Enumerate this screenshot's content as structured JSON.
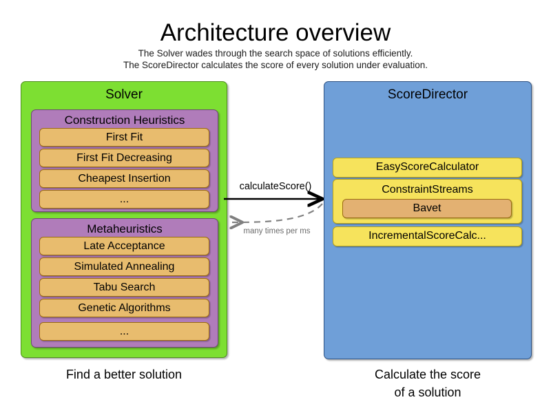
{
  "header": {
    "title": "Architecture overview",
    "subtitle_line1": "The Solver wades through the search space of solutions efficiently.",
    "subtitle_line2": "The ScoreDirector calculates the score of every solution under evaluation."
  },
  "solver": {
    "title": "Solver",
    "caption": "Find a better solution",
    "groups": [
      {
        "title": "Construction Heuristics",
        "items": [
          "First Fit",
          "First Fit Decreasing",
          "Cheapest Insertion",
          "..."
        ]
      },
      {
        "title": "Metaheuristics",
        "items": [
          "Late Acceptance",
          "Simulated Annealing",
          "Tabu Search",
          "Genetic Algorithms",
          "..."
        ]
      }
    ]
  },
  "score_director": {
    "title": "ScoreDirector",
    "caption_line1": "Calculate the score",
    "caption_line2": "of a solution",
    "items": [
      {
        "label": "EasyScoreCalculator"
      },
      {
        "label": "ConstraintStreams",
        "child": "Bavet"
      },
      {
        "label": "IncrementalScoreCalc..."
      }
    ]
  },
  "connectors": {
    "forward_label": "calculateScore()",
    "return_label": "many times per ms",
    "forward_icon": "solid-right-arrow-icon",
    "return_icon": "dashed-left-arrow-icon"
  },
  "colors": {
    "solver_panel": "#7ddf32",
    "score_director_panel": "#6f9fd8",
    "group_box": "#b07cba",
    "item_orange": "#e8bc6e",
    "item_yellow": "#f6e35c",
    "arrow_forward": "#000000",
    "arrow_return": "#808080"
  }
}
